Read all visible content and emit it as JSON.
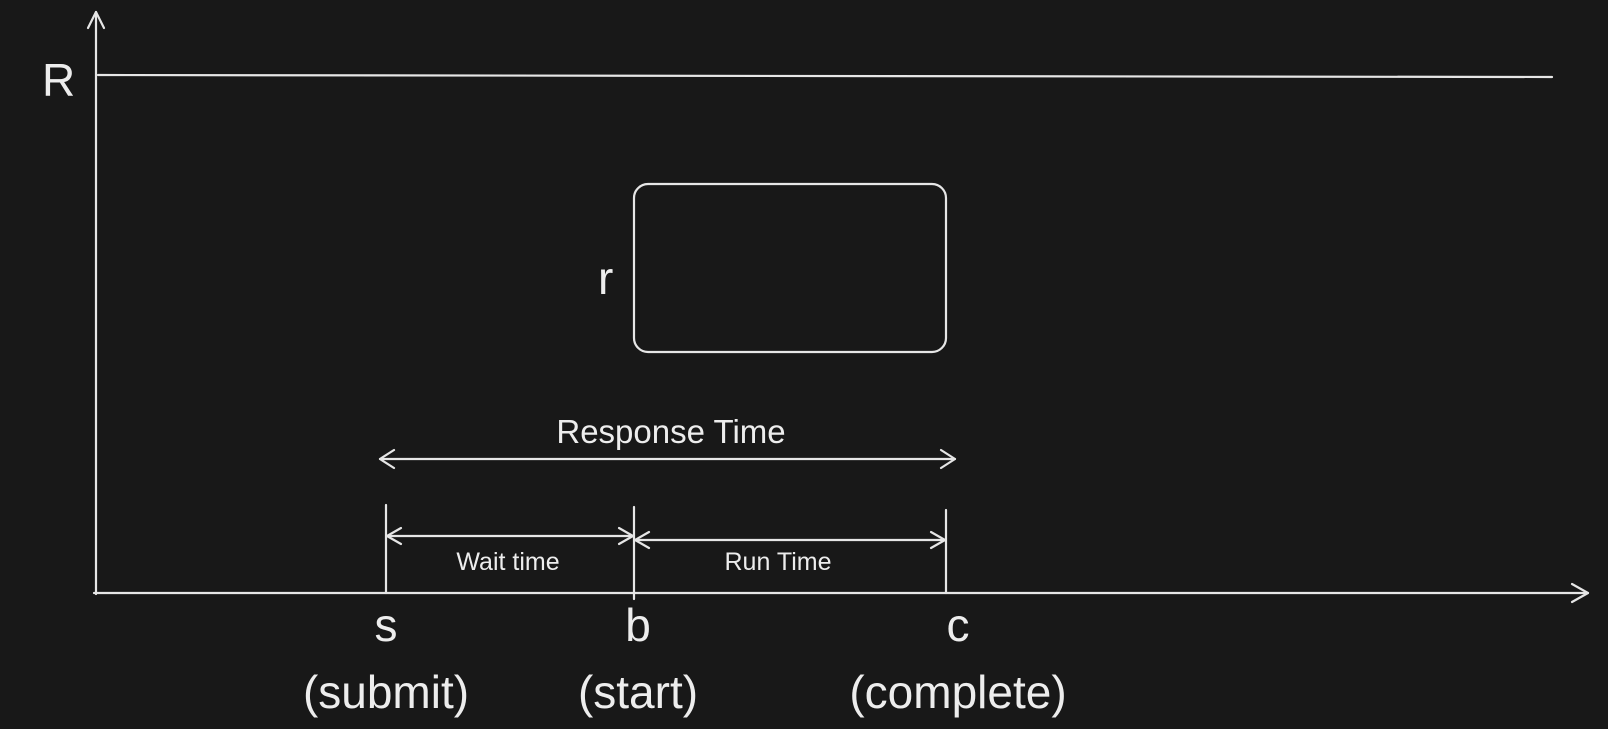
{
  "labels": {
    "resource_axis": "R",
    "request": "r",
    "response_time": "Response Time",
    "wait_time": "Wait time",
    "run_time": "Run Time"
  },
  "ticks": [
    {
      "id": "s",
      "symbol": "s",
      "caption": "(submit)"
    },
    {
      "id": "b",
      "symbol": "b",
      "caption": "(start)"
    },
    {
      "id": "c",
      "symbol": "c",
      "caption": "(complete)"
    }
  ],
  "colors": {
    "background": "#181818",
    "ink": "#e6e6e6"
  }
}
